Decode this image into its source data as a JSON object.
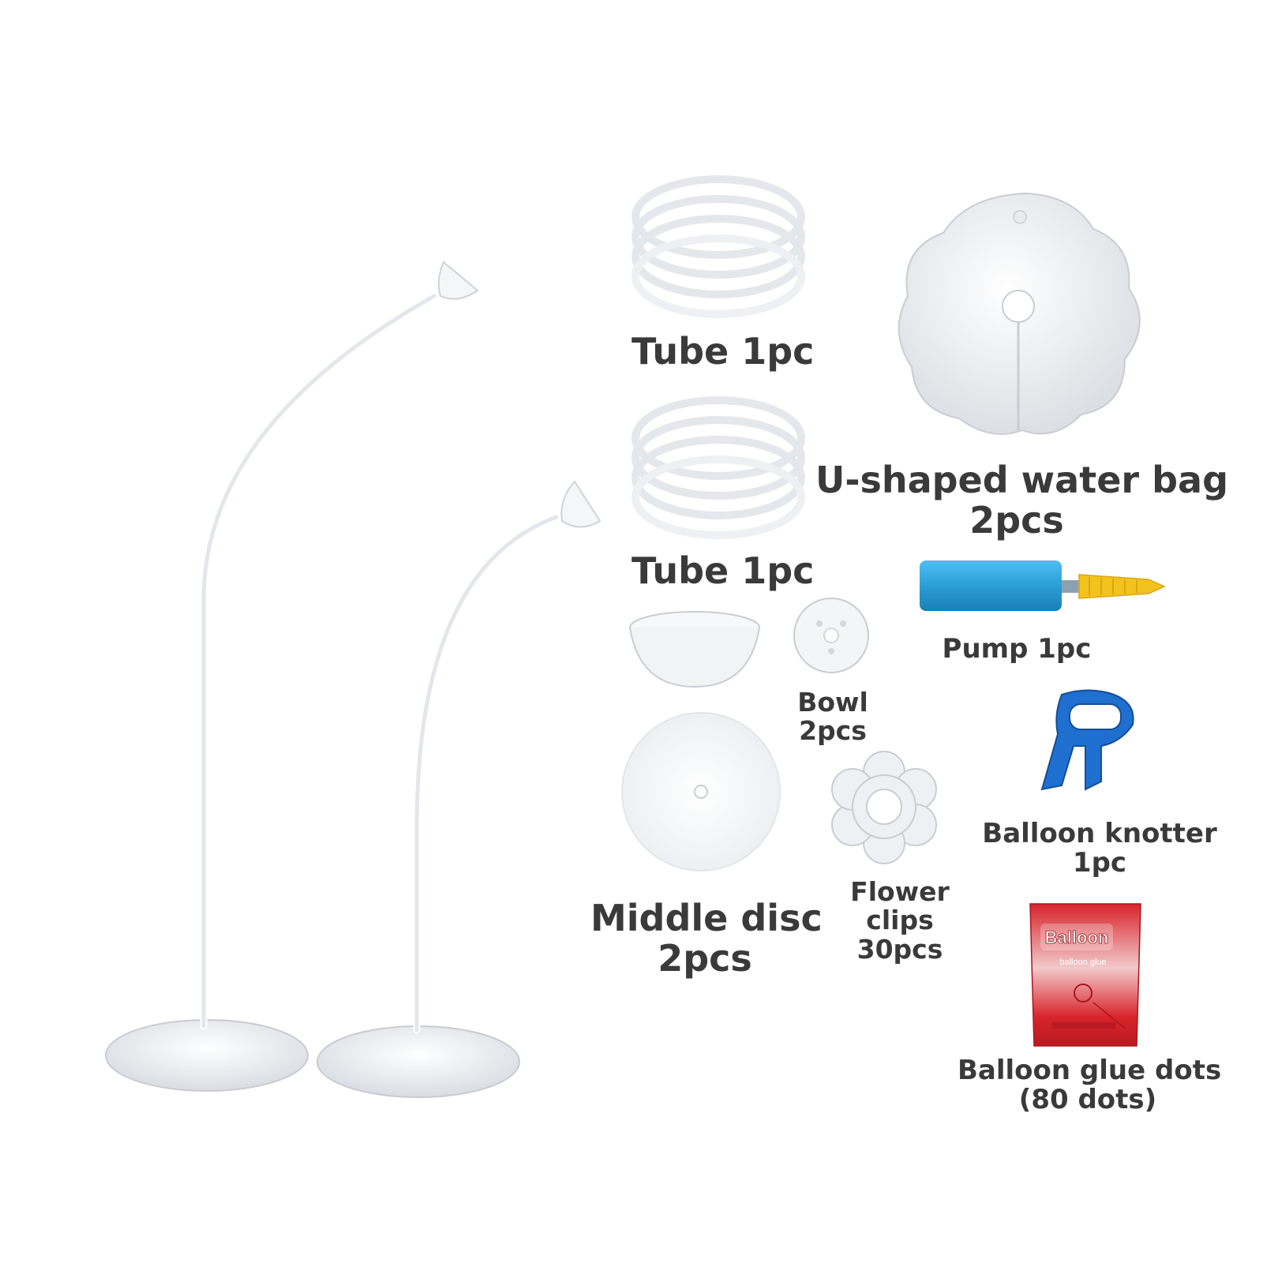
{
  "labels": {
    "tube_top": "Tube 1pc",
    "tube_bottom": "Tube 1pc",
    "water_bag_line1": "U-shaped water bag",
    "water_bag_line2": "2pcs",
    "pump": "Pump 1pc",
    "bowl_line1": "Bowl",
    "bowl_line2": "2pcs",
    "middle_disc_line1": "Middle disc",
    "middle_disc_line2": "2pcs",
    "flower_clips_line1": "Flower",
    "flower_clips_line2": "clips",
    "flower_clips_line3": "30pcs",
    "knotter_line1": "Balloon knotter",
    "knotter_line2": "1pc",
    "glue_line1": "Balloon glue dots",
    "glue_line2": "(80 dots)"
  },
  "package_print": {
    "brand": "Balloon",
    "subtext": "balloon glue"
  },
  "colors": {
    "label_text": "#3a3a3a",
    "pump_body": "#2a9fd6",
    "pump_nozzle": "#f2c21f",
    "knotter": "#1f6fd1",
    "glue_pack": "#d8232a"
  }
}
